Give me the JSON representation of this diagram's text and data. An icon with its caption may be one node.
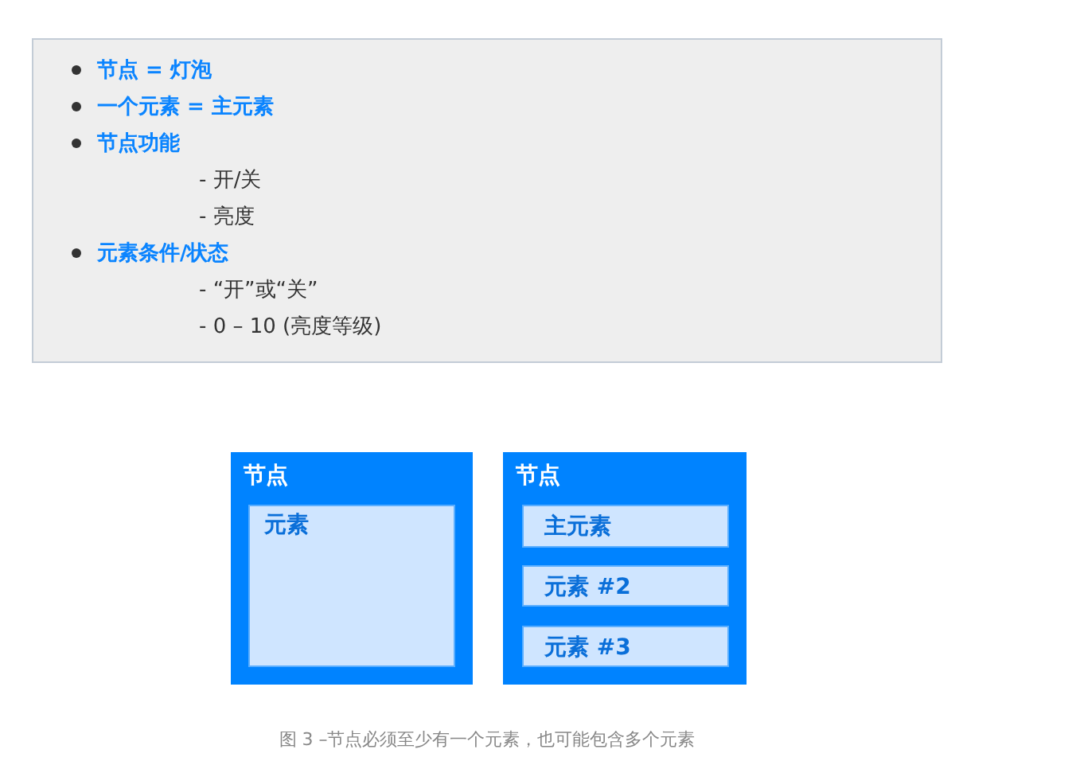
{
  "diagram": {
    "caption": "图 3 –节点必须至少有一个元素，也可能包含多个元素",
    "nodes": [
      {
        "text": [
          "节点 = 灯泡",
          "一个元素 = 主元素",
          "节点功能",
          "- 开/关",
          "- 亮度",
          "元素条件/状态",
          "- “开”或“关”",
          "- 0 – 10 (亮度等级)"
        ]
      },
      {
        "text": [
          "节点"
        ]
      },
      {
        "text": [
          "元素"
        ],
        "in": 1
      },
      {
        "text": [
          "节点"
        ]
      },
      {
        "text": [
          "主元素"
        ],
        "in": 3
      },
      {
        "text": [
          "元素 #2"
        ],
        "in": 3
      },
      {
        "text": [
          "元素 #3"
        ],
        "in": 3
      }
    ]
  }
}
